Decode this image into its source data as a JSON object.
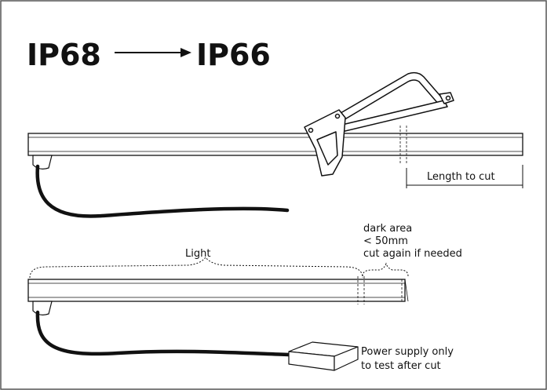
{
  "title": {
    "from": "IP68",
    "to": "IP66"
  },
  "labels": {
    "length_to_cut": "Length to cut",
    "dark_area_1": "dark area",
    "dark_area_2": "< 50mm",
    "dark_area_3": "cut again if needed",
    "light": "Light",
    "power_supply_1": "Power supply only",
    "power_supply_2": "to test after cut"
  },
  "colors": {
    "ink": "#111111",
    "border": "#555555",
    "background": "#ffffff"
  }
}
